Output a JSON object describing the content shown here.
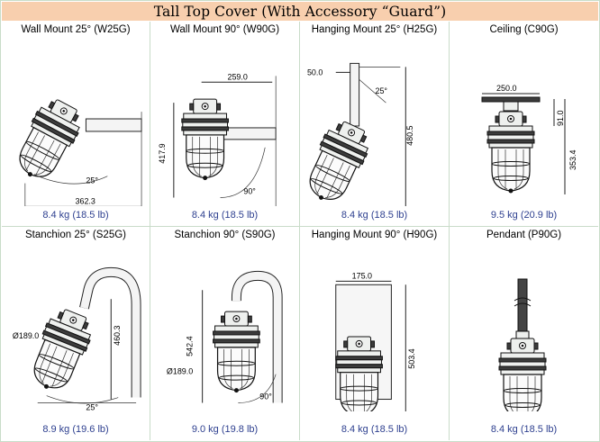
{
  "title": "Tall Top Cover (With Accessory “Guard”)",
  "colors": {
    "title_bg": "#f8cfae",
    "weight_text": "#2d3f8f",
    "grid_line": "#c9dcc9"
  },
  "cells": [
    {
      "title": "Wall Mount 25° (W25G)",
      "weight": "8.4 kg (18.5 lb)",
      "dims": [
        "25°",
        "362.3"
      ]
    },
    {
      "title": "Wall Mount 90° (W90G)",
      "weight": "8.4 kg (18.5 lb)",
      "dims": [
        "259.0",
        "417.9",
        "90°"
      ]
    },
    {
      "title": "Hanging Mount 25° (H25G)",
      "weight": "8.4 kg (18.5 lb)",
      "dims": [
        "50.0",
        "25°",
        "480.5"
      ]
    },
    {
      "title": "Ceiling (C90G)",
      "weight": "9.5 kg (20.9 lb)",
      "dims": [
        "250.0",
        "91.0",
        "353.4"
      ]
    },
    {
      "title": "Stanchion 25° (S25G)",
      "weight": "8.9 kg (19.6 lb)",
      "dims": [
        "Ø189.0",
        "460.3",
        "25°"
      ]
    },
    {
      "title": "Stanchion 90° (S90G)",
      "weight": "9.0 kg (19.8 lb)",
      "dims": [
        "542.4",
        "Ø189.0",
        "90°"
      ]
    },
    {
      "title": "Hanging Mount 90° (H90G)",
      "weight": "8.4 kg (18.5 lb)",
      "dims": [
        "175.0",
        "503.4"
      ]
    },
    {
      "title": "Pendant  (P90G)",
      "weight": "8.4 kg (18.5 lb)",
      "dims": []
    }
  ]
}
